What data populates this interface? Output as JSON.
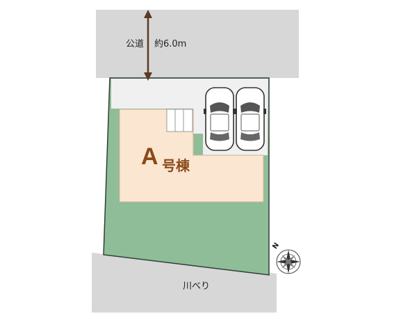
{
  "road": {
    "name": "公道",
    "width_text": "約6.0m",
    "color": "#d7d7d7"
  },
  "river": {
    "name": "川べり",
    "color": "#d7d7d7"
  },
  "building": {
    "letter": "A",
    "suffix": "号棟",
    "fill": "#fbe6d1",
    "text_color": "#8a4a1c"
  },
  "garden": {
    "fill": "#8fbd97"
  },
  "parking": {
    "fill": "#f0f0f0",
    "car_count": 2
  },
  "compass": {
    "north_label": "N"
  }
}
